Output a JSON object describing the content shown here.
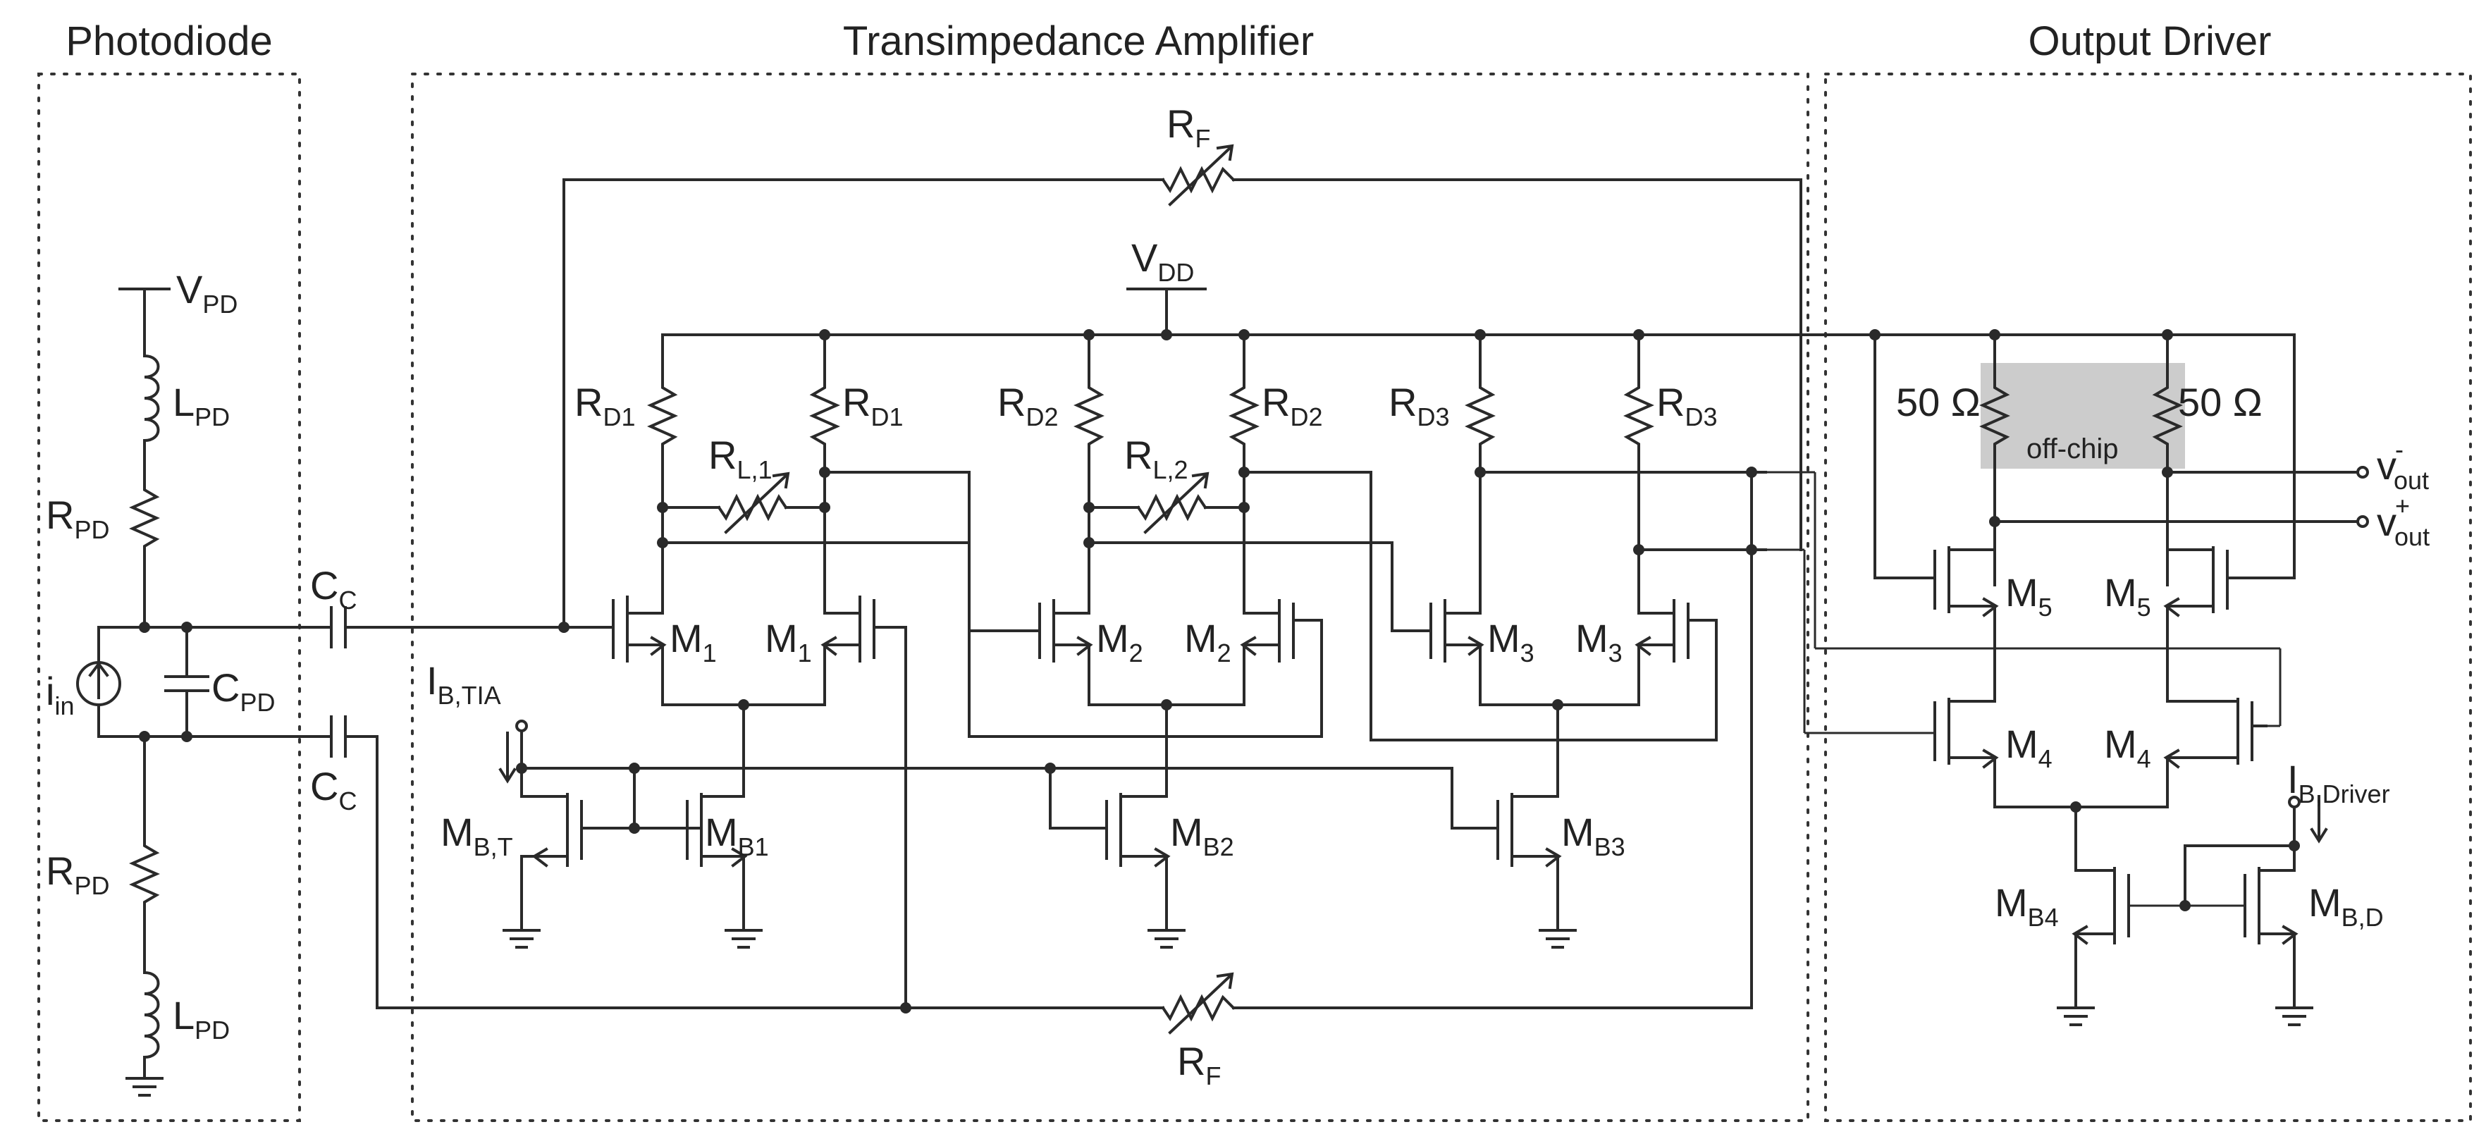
{
  "sections": {
    "photodiode": "Photodiode",
    "tia": "Transimpedance Amplifier",
    "driver": "Output Driver"
  },
  "labels": {
    "vpd": {
      "main": "V",
      "sub": "PD"
    },
    "lpd_top": {
      "main": "L",
      "sub": "PD"
    },
    "rpd_top": {
      "main": "R",
      "sub": "PD"
    },
    "iin": {
      "main": "i",
      "sub": "in"
    },
    "cpd": {
      "main": "C",
      "sub": "PD"
    },
    "rpd_bot": {
      "main": "R",
      "sub": "PD"
    },
    "lpd_bot": {
      "main": "L",
      "sub": "PD"
    },
    "cc_top": {
      "main": "C",
      "sub": "C"
    },
    "cc_bot": {
      "main": "C",
      "sub": "C"
    },
    "rf_top": {
      "main": "R",
      "sub": "F"
    },
    "rf_bot": {
      "main": "R",
      "sub": "F"
    },
    "vdd": {
      "main": "V",
      "sub": "DD"
    },
    "rd1_l": {
      "main": "R",
      "sub": "D1"
    },
    "rd1_r": {
      "main": "R",
      "sub": "D1"
    },
    "rd2_l": {
      "main": "R",
      "sub": "D2"
    },
    "rd2_r": {
      "main": "R",
      "sub": "D2"
    },
    "rd3_l": {
      "main": "R",
      "sub": "D3"
    },
    "rd3_r": {
      "main": "R",
      "sub": "D3"
    },
    "rl1": {
      "main": "R",
      "sub": "L,1"
    },
    "rl2": {
      "main": "R",
      "sub": "L,2"
    },
    "m1_l": {
      "main": "M",
      "sub": "1"
    },
    "m1_r": {
      "main": "M",
      "sub": "1"
    },
    "m2_l": {
      "main": "M",
      "sub": "2"
    },
    "m2_r": {
      "main": "M",
      "sub": "2"
    },
    "m3_l": {
      "main": "M",
      "sub": "3"
    },
    "m3_r": {
      "main": "M",
      "sub": "3"
    },
    "ibtia": {
      "main": "I",
      "sub": "B,TIA"
    },
    "mbt": {
      "main": "M",
      "sub": "B,T"
    },
    "mb1": {
      "main": "M",
      "sub": "B1"
    },
    "mb2": {
      "main": "M",
      "sub": "B2"
    },
    "mb3": {
      "main": "M",
      "sub": "B3"
    },
    "r50_l": "50 Ω",
    "r50_r": "50 Ω",
    "offchip": "off-chip",
    "vout_minus": {
      "main": "v",
      "sub": "out",
      "sup": "-"
    },
    "vout_plus": {
      "main": "v",
      "sub": "out",
      "sup": "+"
    },
    "m5_l": {
      "main": "M",
      "sub": "5"
    },
    "m5_r": {
      "main": "M",
      "sub": "5"
    },
    "m4_l": {
      "main": "M",
      "sub": "4"
    },
    "m4_r": {
      "main": "M",
      "sub": "4"
    },
    "ibdriver": {
      "main": "I",
      "sub": "B,Driver"
    },
    "mb4": {
      "main": "M",
      "sub": "B4"
    },
    "mbd": {
      "main": "M",
      "sub": "B,D"
    }
  }
}
